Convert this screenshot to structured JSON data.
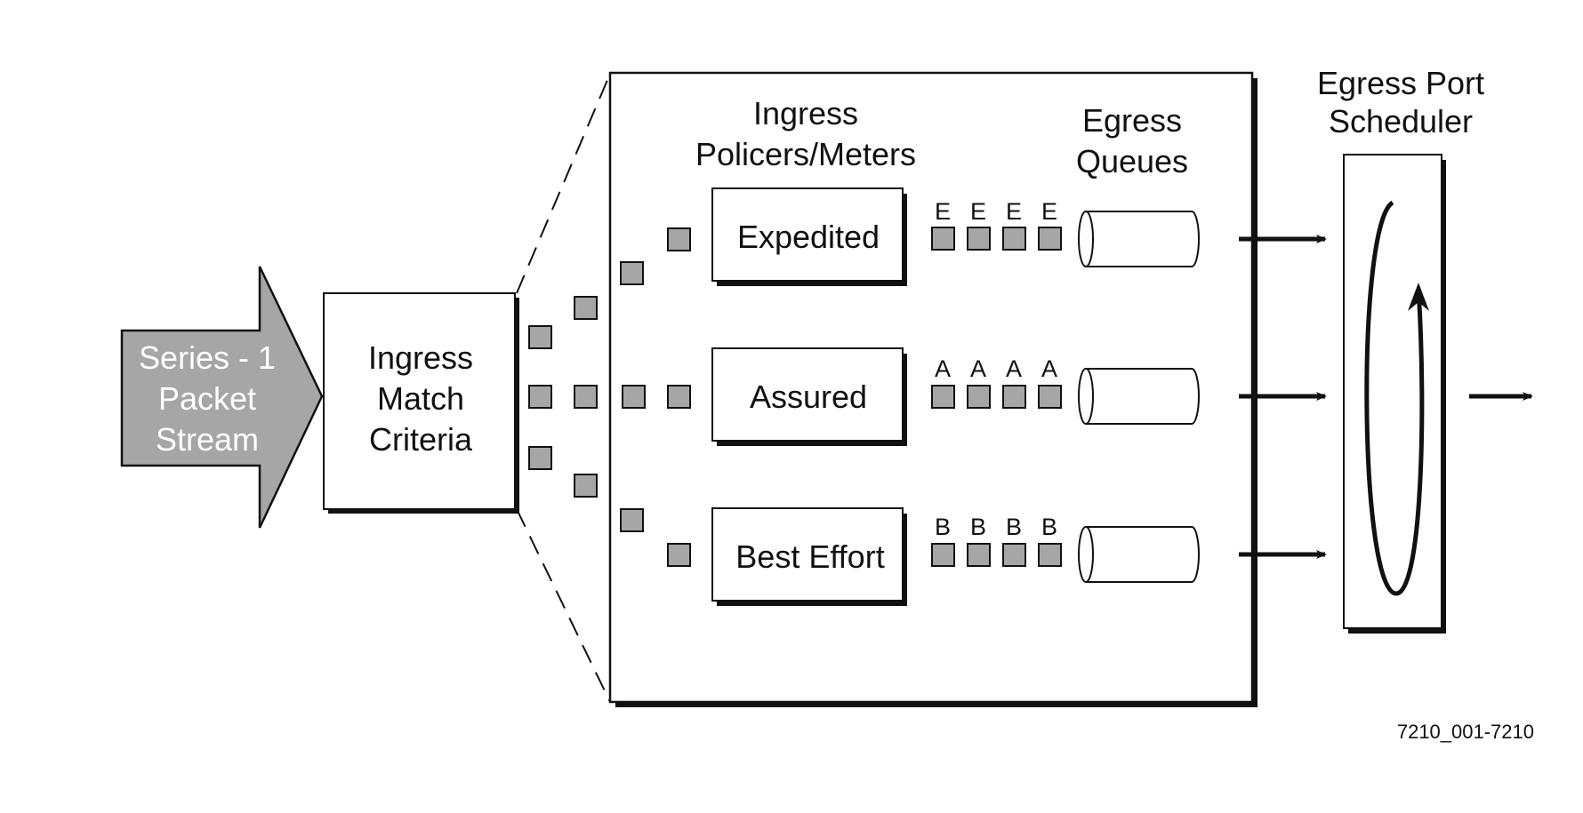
{
  "stream": {
    "line1": "Series - 1",
    "line2": "Packet",
    "line3": "Stream"
  },
  "match": {
    "line1": "Ingress",
    "line2": "Match",
    "line3": "Criteria"
  },
  "policers": {
    "title1": "Ingress",
    "title2": "Policers/Meters",
    "expedited": "Expedited",
    "assured": "Assured",
    "best_effort": "Best Effort"
  },
  "queues": {
    "title1": "Egress",
    "title2": "Queues",
    "labels": {
      "expedited": "E",
      "assured": "A",
      "best_effort": "B"
    }
  },
  "scheduler": {
    "title1": "Egress Port",
    "title2": "Scheduler"
  },
  "figure_id": "7210_001-7210",
  "colors": {
    "packet": "#a6a6a6",
    "stream_arrow": "#a6a6a6",
    "line": "#111111"
  }
}
